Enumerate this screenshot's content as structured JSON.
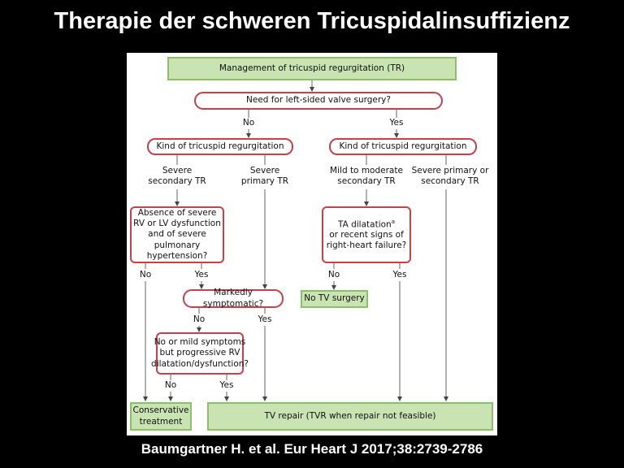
{
  "slide": {
    "title": "Therapie der schweren Tricuspidalinsuffizienz",
    "citation": "Baumgartner H. et al. Eur Heart J 2017;38:2739-2786"
  },
  "flow": {
    "management": "Management of tricuspid regurgitation (TR)",
    "need_left": "Need for left-sided valve surgery?",
    "no": "No",
    "yes": "Yes",
    "kind": "Kind of tricuspid regurgitation",
    "sev_secondary": "Severe secondary TR",
    "sev_primary": "Severe primary TR",
    "mild_moderate": "Mild to moderate secondary TR",
    "sev_prim_or_sec": "Severe primary or secondary TR",
    "absence_q": "Absence of severe RV or LV dysfunction and of severe pulmonary hypertension?",
    "ta_dilatation": "TA dilatation",
    "ta_footnote": "a",
    "ta_rest": "or recent signs of right-heart failure?",
    "markedly_symptomatic": "Markedly symptomatic?",
    "no_tv_surgery": "No TV surgery",
    "no_mild_q": "No or mild symptoms but progressive RV dilatation/dysfunction?",
    "conservative": "Conservative treatment",
    "tv_repair": "TV repair (TVR when repair not feasible)"
  }
}
